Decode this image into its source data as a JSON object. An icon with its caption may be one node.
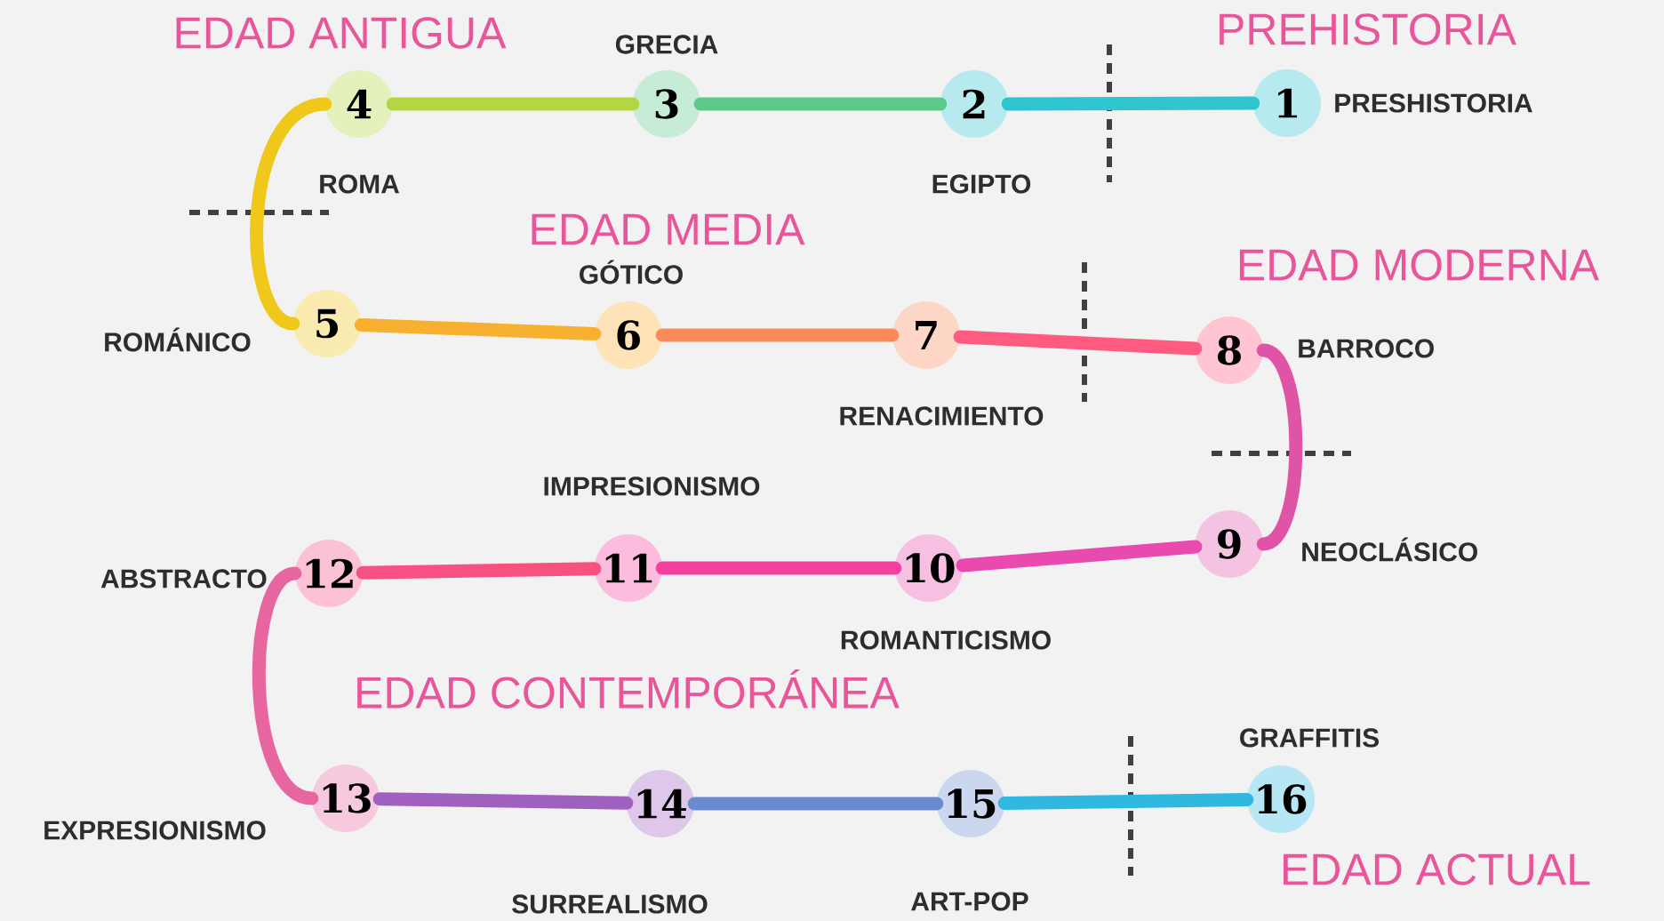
{
  "diagram": {
    "nodes": [
      {
        "text": [
          "1"
        ],
        "beside": [
          "PRESHISTORIA"
        ]
      },
      {
        "text": [
          "2"
        ],
        "beside": [
          "EGIPTO"
        ]
      },
      {
        "text": [
          "3"
        ],
        "beside": [
          "GRECIA"
        ]
      },
      {
        "text": [
          "4"
        ],
        "beside": [
          "ROMA"
        ]
      },
      {
        "text": [
          "5"
        ],
        "beside": [
          "ROMÁNICO"
        ]
      },
      {
        "text": [
          "6"
        ],
        "beside": [
          "GÓTICO"
        ]
      },
      {
        "text": [
          "7"
        ],
        "beside": [
          "RENACIMIENTO"
        ]
      },
      {
        "text": [
          "8"
        ],
        "beside": [
          "BARROCO"
        ]
      },
      {
        "text": [
          "9"
        ],
        "beside": [
          "NEOCLÁSICO"
        ]
      },
      {
        "text": [
          "10"
        ],
        "beside": [
          "ROMANTICISMO"
        ]
      },
      {
        "text": [
          "11"
        ],
        "beside": [
          "IMPRESIONISMO"
        ]
      },
      {
        "text": [
          "12"
        ],
        "beside": [
          "ABSTRACTO"
        ]
      },
      {
        "text": [
          "13"
        ],
        "beside": [
          "EXPRESIONISMO"
        ]
      },
      {
        "text": [
          "14"
        ],
        "beside": [
          "SURREALISMO"
        ]
      },
      {
        "text": [
          "15"
        ],
        "beside": [
          "ART-POP"
        ]
      },
      {
        "text": [
          "16"
        ],
        "beside": [
          "GRAFFITIS"
        ]
      }
    ],
    "edges": [
      {
        "from": 0,
        "to": 1,
        "arrow": "none",
        "color": "#2ec4d0"
      },
      {
        "from": 1,
        "to": 2,
        "arrow": "none",
        "color": "#5cc98a"
      },
      {
        "from": 2,
        "to": 3,
        "arrow": "none",
        "color": "#b4d640"
      },
      {
        "from": 3,
        "to": 4,
        "arrow": "none",
        "color": "#f0c81c"
      },
      {
        "from": 4,
        "to": 5,
        "arrow": "none",
        "color": "#f8b030"
      },
      {
        "from": 5,
        "to": 6,
        "arrow": "none",
        "color": "#fb8a5a"
      },
      {
        "from": 6,
        "to": 7,
        "arrow": "none",
        "color": "#ff5a80"
      },
      {
        "from": 7,
        "to": 8,
        "arrow": "none",
        "color": "#e054a8"
      },
      {
        "from": 8,
        "to": 9,
        "arrow": "none",
        "color": "#e84ab0"
      },
      {
        "from": 9,
        "to": 10,
        "arrow": "none",
        "color": "#f540a0"
      },
      {
        "from": 10,
        "to": 11,
        "arrow": "none",
        "color": "#f75082"
      },
      {
        "from": 11,
        "to": 12,
        "arrow": "none",
        "color": "#e866a0"
      },
      {
        "from": 12,
        "to": 13,
        "arrow": "none",
        "color": "#a060c0"
      },
      {
        "from": 13,
        "to": 14,
        "arrow": "none",
        "color": "#6b8ad0"
      },
      {
        "from": 14,
        "to": 15,
        "arrow": "none",
        "color": "#30b8e0"
      }
    ],
    "labels": [
      "PREHISTORIA",
      "EDAD ANTIGUA",
      "EDAD MEDIA",
      "EDAD MODERNA",
      "EDAD CONTEMPORÁNEA",
      "EDAD ACTUAL"
    ]
  }
}
